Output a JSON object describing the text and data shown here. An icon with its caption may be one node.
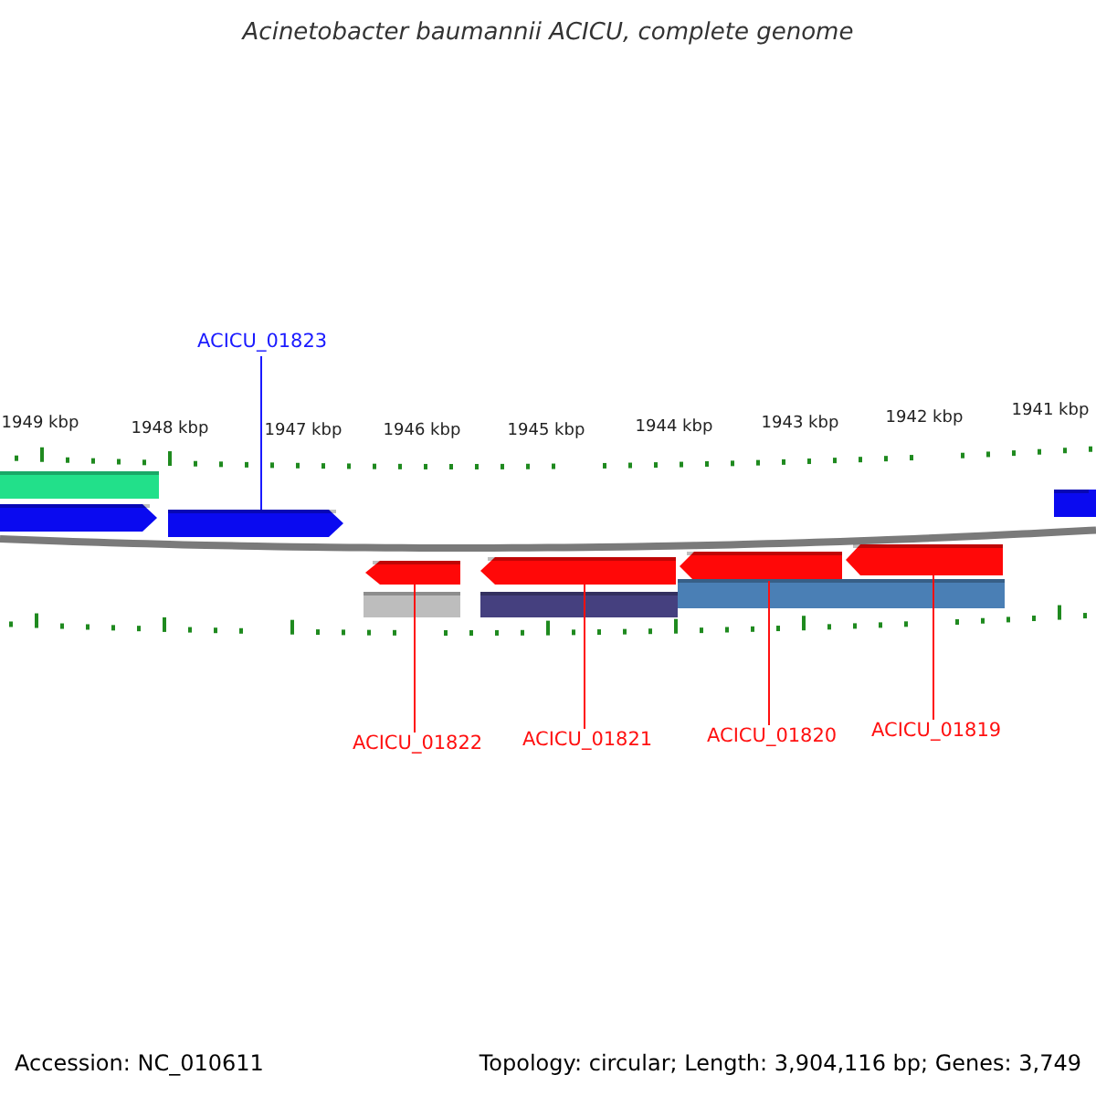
{
  "diagram": {
    "title": "Acinetobacter baumannii ACICU, complete genome",
    "nodes": [
      {
        "text": [
          "ACICU_01823"
        ]
      },
      {
        "text": [],
        "shape": "bar"
      },
      {
        "text": [],
        "shape": "arrow"
      },
      {
        "text": [],
        "shape": "arrow"
      },
      {
        "text": [],
        "shape": "arrow"
      },
      {
        "text": [],
        "shape": "arrow"
      },
      {
        "text": [],
        "shape": "arrow"
      },
      {
        "text": [],
        "shape": "arrow"
      },
      {
        "text": [],
        "shape": "arrow"
      },
      {
        "text": [],
        "shape": "bar"
      },
      {
        "text": [],
        "shape": "bar"
      },
      {
        "text": [],
        "shape": "bar"
      },
      {
        "text": [
          "ACICU_01822"
        ]
      },
      {
        "text": [
          "ACICU_01821"
        ]
      },
      {
        "text": [
          "ACICU_01820"
        ]
      },
      {
        "text": [
          "ACICU_01819"
        ]
      }
    ],
    "edges": [
      {
        "from": 0,
        "to": 3,
        "arrow": "none",
        "color": "#1a1aff"
      },
      {
        "from": 12,
        "to": 5,
        "arrow": "none"
      },
      {
        "from": 13,
        "to": 6,
        "arrow": "none"
      },
      {
        "from": 14,
        "to": 7,
        "arrow": "none"
      },
      {
        "from": 15,
        "to": 8,
        "arrow": "none"
      }
    ],
    "labels": [
      "1949 kbp",
      "1948 kbp",
      "1947 kbp",
      "1946 kbp",
      "1945 kbp",
      "1944 kbp",
      "1943 kbp",
      "1942 kbp",
      "1941 kbp",
      "Accession: NC_010611",
      "Topology: circular; Length: 3,904,116 bp; Genes: 3,749"
    ]
  }
}
